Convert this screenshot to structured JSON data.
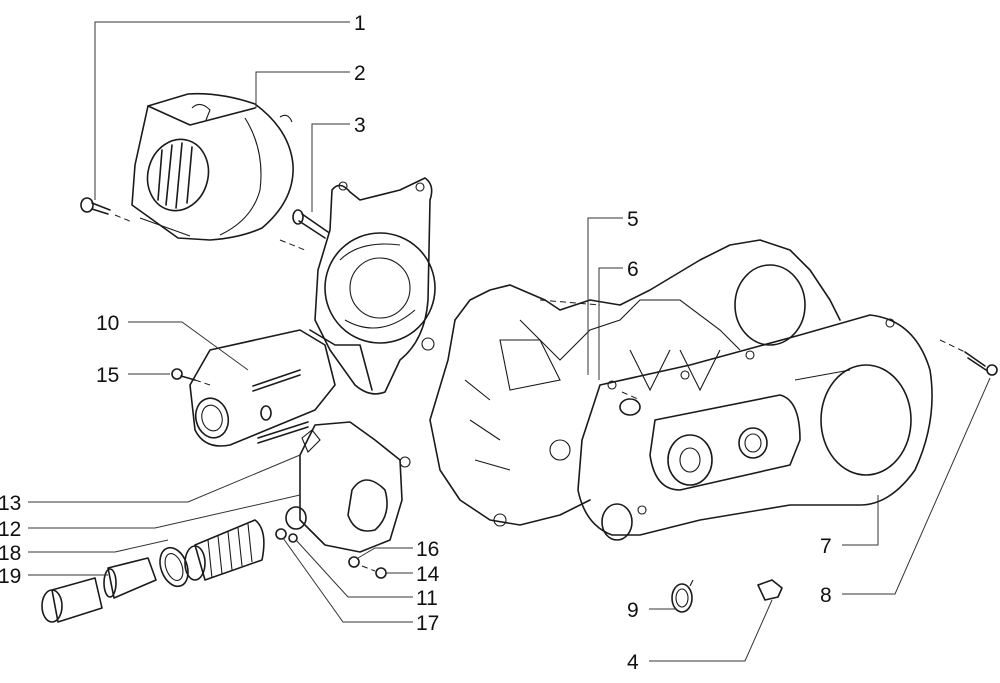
{
  "diagram": {
    "type": "exploded-parts-view",
    "subject": "scooter engine crankcase and covers",
    "callouts": [
      {
        "id": "1",
        "label": "1"
      },
      {
        "id": "2",
        "label": "2"
      },
      {
        "id": "3",
        "label": "3"
      },
      {
        "id": "4",
        "label": "4"
      },
      {
        "id": "5",
        "label": "5"
      },
      {
        "id": "6",
        "label": "6"
      },
      {
        "id": "7",
        "label": "7"
      },
      {
        "id": "8",
        "label": "8"
      },
      {
        "id": "9",
        "label": "9"
      },
      {
        "id": "10",
        "label": "10"
      },
      {
        "id": "11",
        "label": "11"
      },
      {
        "id": "12",
        "label": "12"
      },
      {
        "id": "13",
        "label": "13"
      },
      {
        "id": "14",
        "label": "14"
      },
      {
        "id": "15",
        "label": "15"
      },
      {
        "id": "16",
        "label": "16"
      },
      {
        "id": "17",
        "label": "17"
      },
      {
        "id": "18",
        "label": "18"
      },
      {
        "id": "19",
        "label": "19"
      }
    ]
  }
}
